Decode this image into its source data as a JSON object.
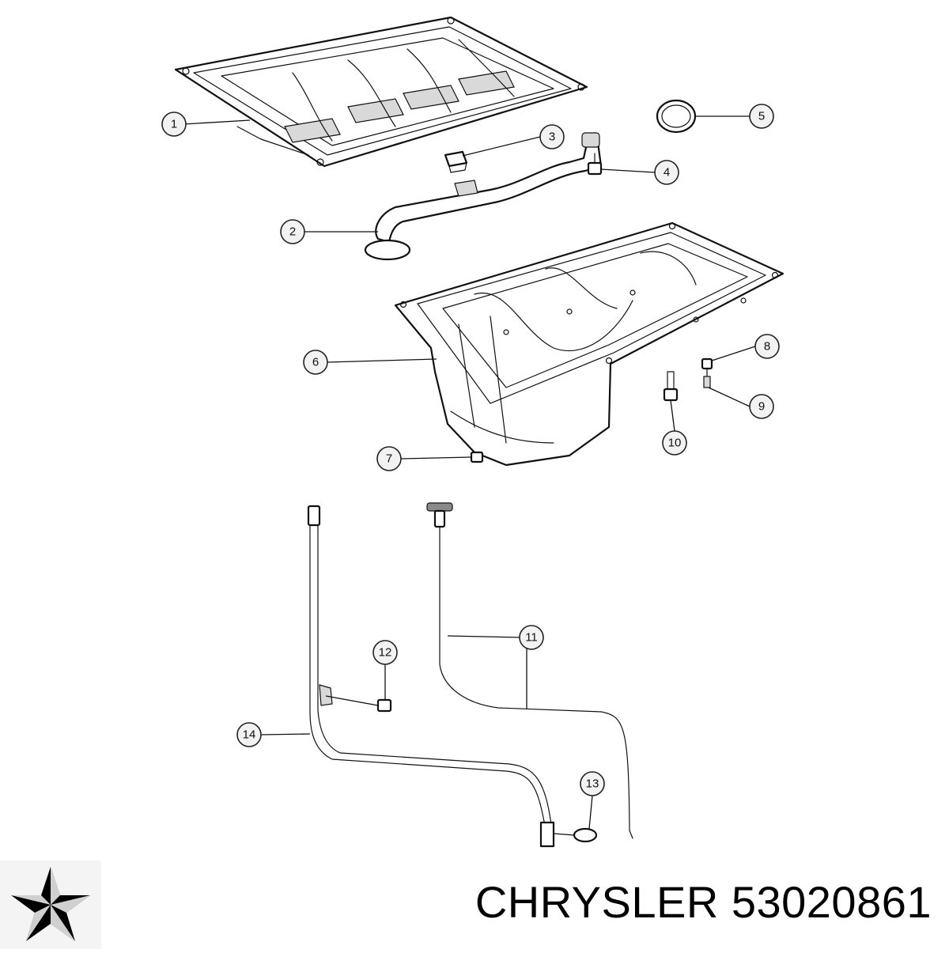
{
  "callouts": [
    {
      "id": "1",
      "label": "1"
    },
    {
      "id": "2",
      "label": "2"
    },
    {
      "id": "3",
      "label": "3"
    },
    {
      "id": "4",
      "label": "4"
    },
    {
      "id": "5",
      "label": "5"
    },
    {
      "id": "6",
      "label": "6"
    },
    {
      "id": "7",
      "label": "7"
    },
    {
      "id": "8",
      "label": "8"
    },
    {
      "id": "9",
      "label": "9"
    },
    {
      "id": "10",
      "label": "10"
    },
    {
      "id": "11",
      "label": "11"
    },
    {
      "id": "12",
      "label": "12"
    },
    {
      "id": "13",
      "label": "13"
    },
    {
      "id": "14",
      "label": "14"
    }
  ],
  "caption": {
    "brand": "CHRYSLER",
    "part_number": "53020861",
    "text": "CHRYSLER 53020861"
  },
  "logo": {
    "icon": "chrysler-star-icon",
    "color": "#000000"
  }
}
